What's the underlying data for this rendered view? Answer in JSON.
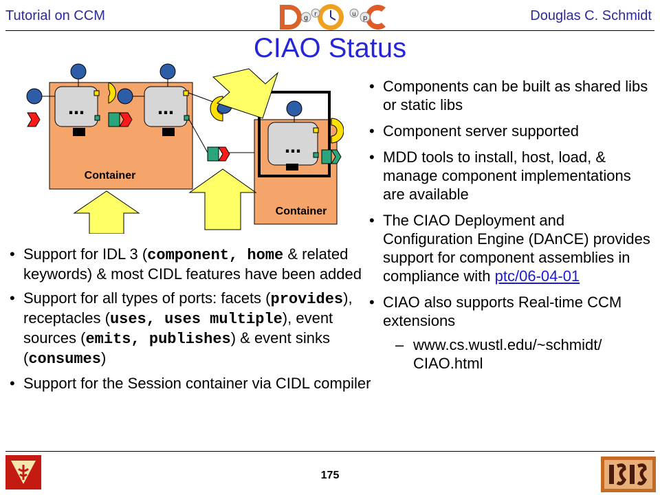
{
  "header": {
    "left": "Tutorial on CCM",
    "logo": "DOC group logo",
    "right": "Douglas C. Schmidt"
  },
  "title": "CIAO Status",
  "diagram": {
    "container_label_1": "Container",
    "container_label_2": "Container",
    "component_glyph": "…"
  },
  "right_bullets": [
    {
      "text": "Components can be built as shared libs or static libs"
    },
    {
      "text": "Component server supported"
    },
    {
      "text": "MDD tools to install, host, load, & manage component implementations are available"
    },
    {
      "text": "The CIAO Deployment and Configuration Engine (DAnCE) provides support for component assemblies in compliance with ",
      "link": "ptc/06-04-01"
    },
    {
      "text": "CIAO also supports Real-time CCM extensions"
    }
  ],
  "sub_bullet": "www.cs.wustl.edu/~schmidt/ CIAO.html",
  "left_bullets": {
    "b1": {
      "t1": "Support for IDL 3 (",
      "c1": "component, home",
      "t2": " & related keywords) & most CIDL features have been added"
    },
    "b2": {
      "t1": "Support for all types of ports: facets (",
      "c1": "provides",
      "t2": "), receptacles (",
      "c2": "uses, uses multiple",
      "t3": "), event sources (",
      "c3": "emits, publishes",
      "t4": ") & event sinks (",
      "c4": "consumes",
      "t5": ")"
    },
    "b3": {
      "text": "Support for the Session container via CIDL compiler"
    }
  },
  "footer": {
    "page_number": "175",
    "left_logo": "Vanderbilt logo",
    "right_logo": "ISIS logo"
  },
  "colors": {
    "header_text": "#2b2b9a",
    "title": "#2626d9",
    "container": "#f6a56a",
    "component": "#d6d6d6",
    "port_blue": "#2e5da8",
    "facet_red": "#ff1a1a",
    "event_green": "#2aa57c",
    "receptacle_yellow": "#ffe000",
    "arrow_yellow": "#ffff66",
    "link": "#1a1ad0"
  }
}
